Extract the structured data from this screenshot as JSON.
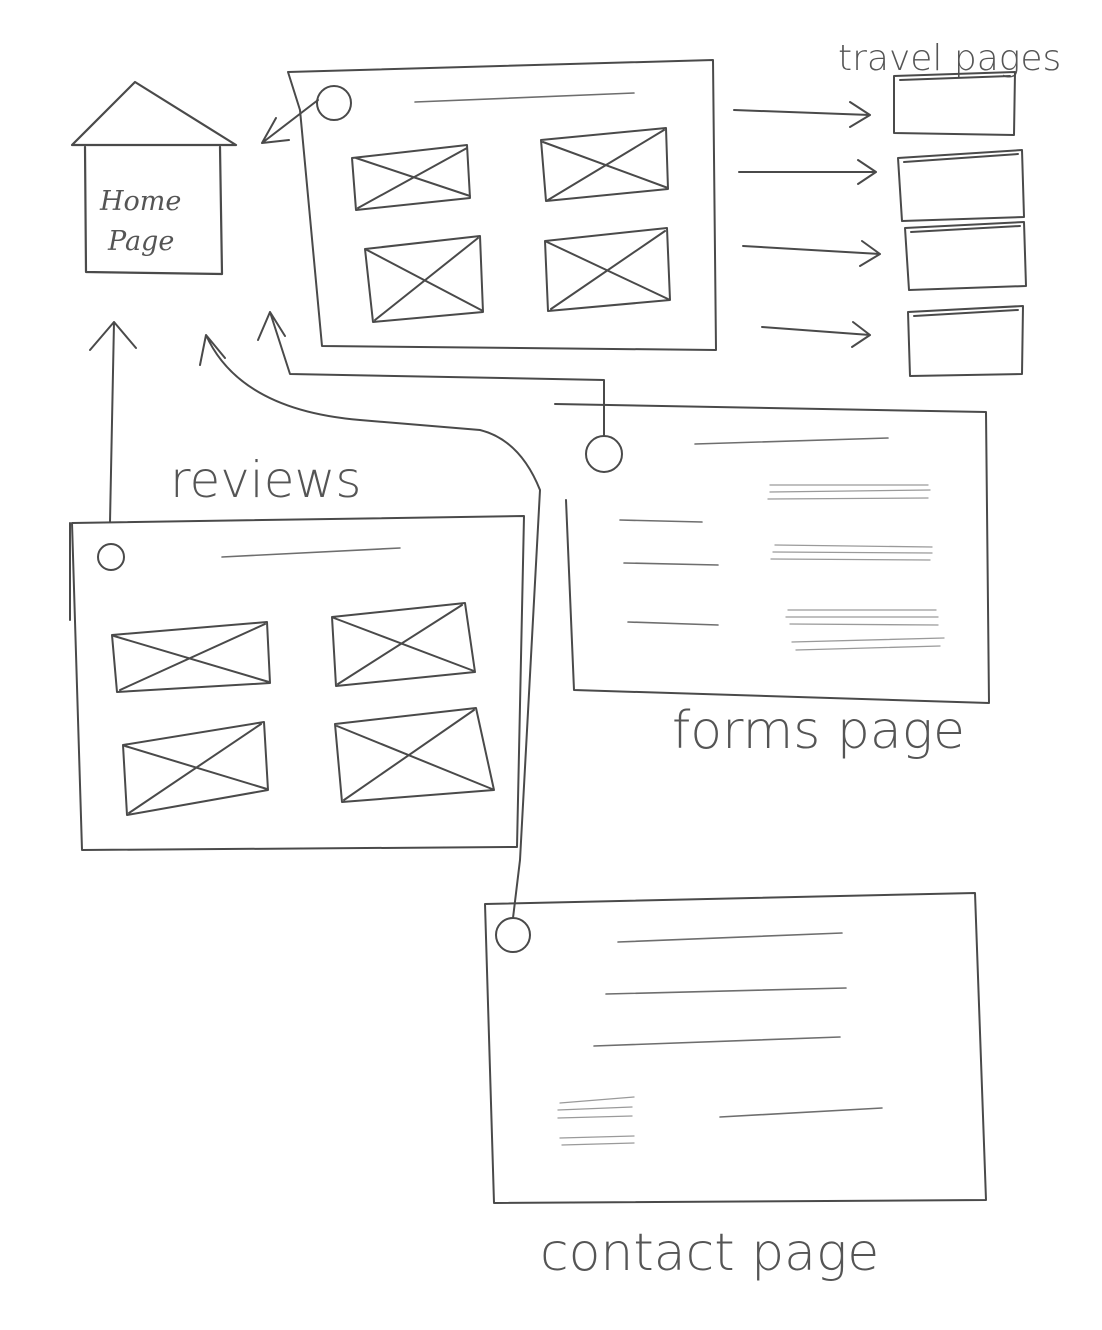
{
  "home": {
    "line1": "Home",
    "line2": "Page"
  },
  "labels": {
    "travel": "travel pages",
    "reviews": "reviews",
    "forms": "forms page",
    "contact": "contact page"
  },
  "colors": {
    "ink": "#4a4a4a",
    "paper": "#ffffff"
  }
}
